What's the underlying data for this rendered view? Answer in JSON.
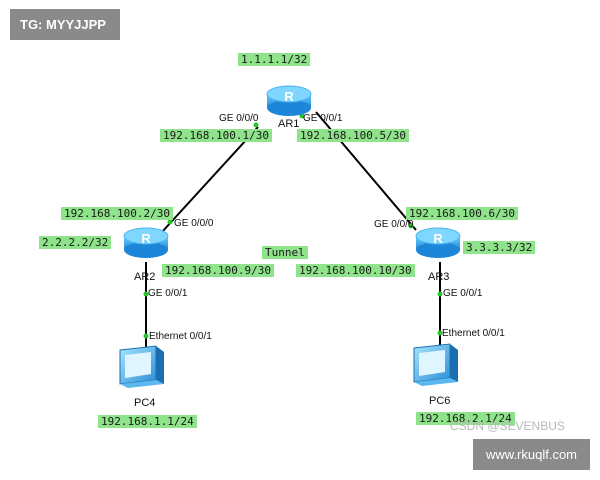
{
  "watermarks": {
    "top_left": "TG: MYYJJPP",
    "bottom_right": "www.rkuqlf.com",
    "csdn": "CSDN @SEVENBUS"
  },
  "devices": {
    "ar1": {
      "name": "AR1",
      "loopback": "1.1.1.1/32",
      "g000": "GE 0/0/0",
      "g001": "GE 0/0/1",
      "ip_g000": "192.168.100.1/30",
      "ip_g001": "192.168.100.5/30"
    },
    "ar2": {
      "name": "AR2",
      "loopback": "2.2.2.2/32",
      "g000": "GE 0/0/0",
      "g001": "GE 0/0/1",
      "ip_g000": "192.168.100.2/30",
      "ip_tunnel": "192.168.100.9/30"
    },
    "ar3": {
      "name": "AR3",
      "loopback": "3.3.3.3/32",
      "g000": "GE 0/0/0",
      "g001": "GE 0/0/1",
      "ip_g000": "192.168.100.6/30",
      "ip_tunnel": "192.168.100.10/30"
    },
    "pc4": {
      "name": "PC4",
      "port": "Ethernet 0/0/1",
      "ip": "192.168.1.1/24"
    },
    "pc6": {
      "name": "PC6",
      "port": "Ethernet 0/0/1",
      "ip": "192.168.2.1/24"
    }
  },
  "tunnel_label": "Tunnel",
  "colors": {
    "label_bg": "#8fe38a",
    "router_body": "#2fa8e8",
    "link": "#000000",
    "port_dot": "#27c427",
    "watermark_bg": "#8a8a8a"
  }
}
